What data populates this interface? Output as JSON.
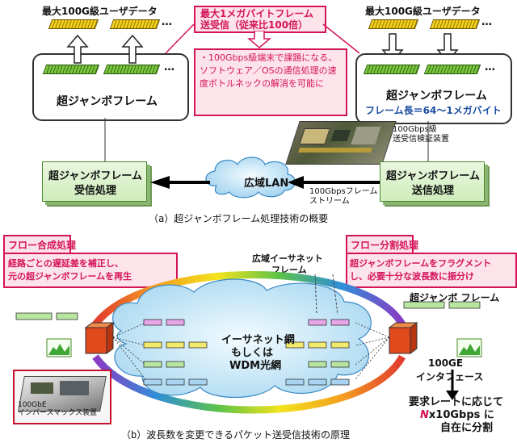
{
  "top": {
    "left_user_data": "最大100G級ユーザデータ",
    "right_user_data": "最大100G級ユーザデータ",
    "ellipsis": "…",
    "left_frame_label": "超ジャンボフレーム",
    "right_frame_label": "超ジャンボフレーム",
    "frame_length": "フレーム長＝64～1メガバイト",
    "callout_title_line1": "最大1メガバイトフレーム",
    "callout_title_line2": "送受信（従来比100倍）",
    "callout_bullet": "・100Gbps級端末で課題になる、ソフトウェア／OSの通信処理の速度ボトルネックの解消を可能に",
    "device_label_line1": "100Gbps級",
    "device_label_line2": "送受信検証装置",
    "recv_box_line1": "超ジャンボフレーム",
    "recv_box_line2": "受信処理",
    "send_box_line1": "超ジャンボフレーム",
    "send_box_line2": "送信処理",
    "wan_label": "広域LAN",
    "stream_line1": "100Gbpsフレーム",
    "stream_line2": "ストリーム",
    "caption": "（a）超ジャンボフレーム処理技術の概要"
  },
  "bottom": {
    "merge_title": "フロー合成処理",
    "merge_desc_line1": "経路ごとの遅延差を補正し、",
    "merge_desc_line2": "元の超ジャンボフレームを再生",
    "split_title": "フロー分割処理",
    "split_desc_line1": "超ジャンボフレームをフラグメント",
    "split_desc_line2": "し、必要十分な波長数に振分け",
    "wide_ethernet_line1": "広域イーサネット",
    "wide_ethernet_line2": "フレーム",
    "jumbo_frame_label": "超ジャンボ フレーム",
    "cloud_line1": "イーサネット網",
    "cloud_line2": "もしくは",
    "cloud_line3": "WDM光網",
    "ge_line1": "100GE",
    "ge_line2": "インタフェース",
    "device_label_line1": "100GbE",
    "device_label_line2": "インバースマックス装置",
    "rate_line1": "要求レートに応じて",
    "rate_line2_prefix": "N",
    "rate_line2_suffix": "x10Gbps に",
    "rate_line3": "自在に分割",
    "caption": "（b）波長数を変更できるパケット送受信技術の原理"
  },
  "colors": {
    "accent_red": "#d4145a",
    "callout_bg": "#fde3ea",
    "cloud_blue": "#bfe3f5",
    "proc_green": "#cfecbc",
    "blue_text": "#1a4fa3"
  }
}
